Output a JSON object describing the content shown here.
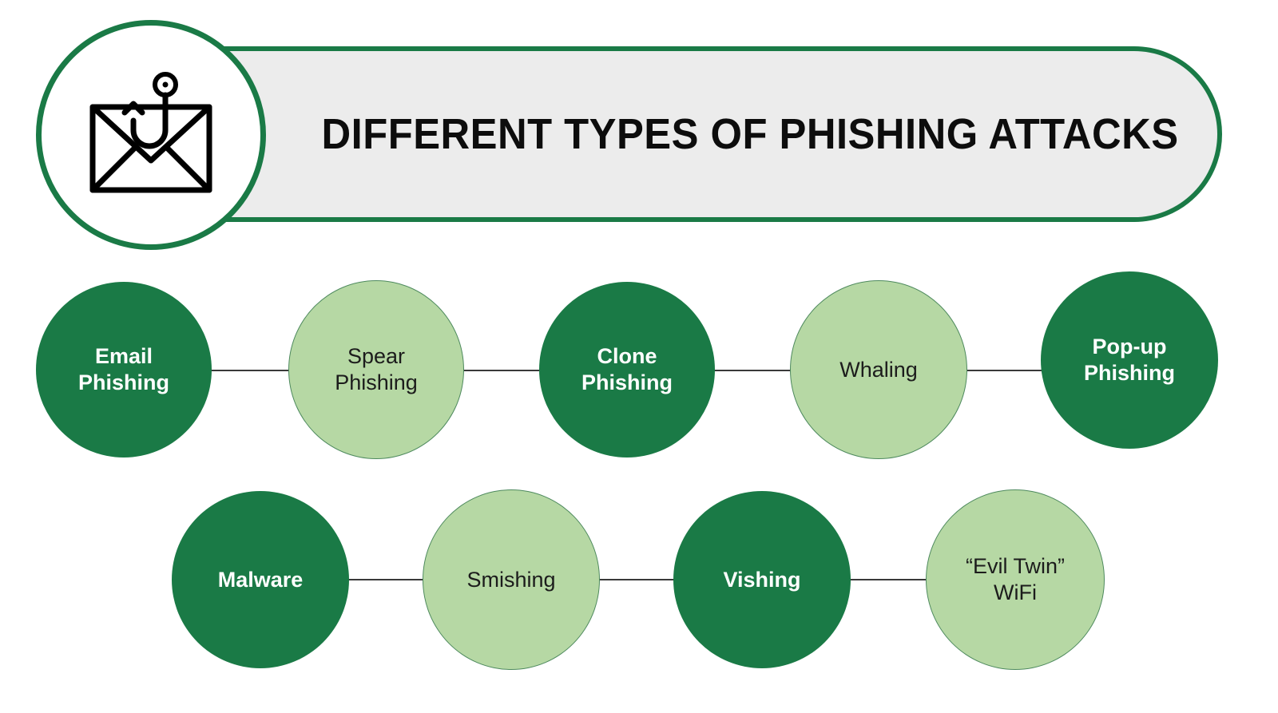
{
  "header": {
    "title": "DIFFERENT TYPES OF PHISHING ATTACKS",
    "icon": "envelope-fishing-hook-icon"
  },
  "colors": {
    "dark_green": "#1A7A46",
    "light_green": "#B6D8A4",
    "banner_fill": "#ECECEC",
    "banner_border": "#1A7A46",
    "connector": "#3A3A3A",
    "dark_text": "#1C1C1C",
    "light_text": "#FFFFFF",
    "page_background": "#FFFFFF"
  },
  "rows": [
    {
      "name": "row-1",
      "nodes": [
        {
          "label": "Email\nPhishing",
          "line1": "Email",
          "line2": "Phishing",
          "style": "dark"
        },
        {
          "label": "Spear\nPhishing",
          "line1": "Spear",
          "line2": "Phishing",
          "style": "light"
        },
        {
          "label": "Clone\nPhishing",
          "line1": "Clone",
          "line2": "Phishing",
          "style": "dark"
        },
        {
          "label": "Whaling",
          "line1": "Whaling",
          "line2": "",
          "style": "light"
        },
        {
          "label": "Pop-up\nPhishing",
          "line1": "Pop-up",
          "line2": "Phishing",
          "style": "dark"
        }
      ]
    },
    {
      "name": "row-2",
      "nodes": [
        {
          "label": "Malware",
          "line1": "Malware",
          "line2": "",
          "style": "dark"
        },
        {
          "label": "Smishing",
          "line1": "Smishing",
          "line2": "",
          "style": "light"
        },
        {
          "label": "Vishing",
          "line1": "Vishing",
          "line2": "",
          "style": "dark"
        },
        {
          "label": "“Evil Twin” WiFi",
          "line1": "“Evil Twin”",
          "line2": "WiFi",
          "style": "light"
        }
      ]
    }
  ]
}
